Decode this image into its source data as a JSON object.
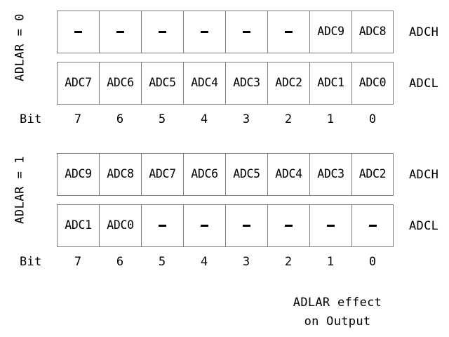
{
  "diagram": {
    "title": "ADLAR effect on Output",
    "bit_caption": "Bit",
    "bit_numbers": [
      "7",
      "6",
      "5",
      "4",
      "3",
      "2",
      "1",
      "0"
    ],
    "colors": {
      "background": "#ffffff",
      "border": "#7d7d7d",
      "text": "#000000"
    },
    "blocks": [
      {
        "adlar_label": "ADLAR = 0",
        "high": {
          "register": "ADCH",
          "cells": [
            "-",
            "-",
            "-",
            "-",
            "-",
            "-",
            "ADC9",
            "ADC8"
          ]
        },
        "low": {
          "register": "ADCL",
          "cells": [
            "ADC7",
            "ADC6",
            "ADC5",
            "ADC4",
            "ADC3",
            "ADC2",
            "ADC1",
            "ADC0"
          ]
        }
      },
      {
        "adlar_label": "ADLAR = 1",
        "high": {
          "register": "ADCH",
          "cells": [
            "ADC9",
            "ADC8",
            "ADC7",
            "ADC6",
            "ADC5",
            "ADC4",
            "ADC3",
            "ADC2"
          ]
        },
        "low": {
          "register": "ADCL",
          "cells": [
            "ADC1",
            "ADC0",
            "-",
            "-",
            "-",
            "-",
            "-",
            "-"
          ]
        }
      }
    ],
    "caption": {
      "line1": "ADLAR effect",
      "line2": "on Output"
    }
  }
}
